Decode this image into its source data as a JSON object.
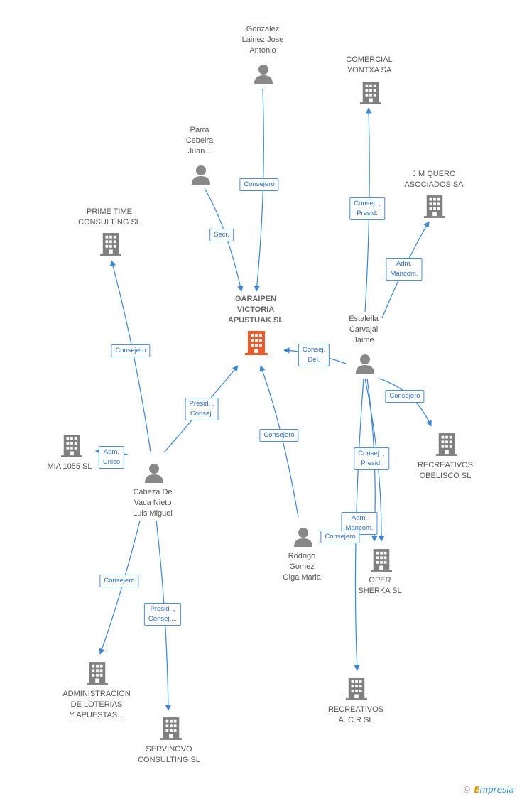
{
  "center": {
    "name": [
      "GARAIPEN",
      "VICTORIA",
      "APUSTUAK SL"
    ]
  },
  "persons": {
    "gonzalez": {
      "name": [
        "Gonzalez",
        "Lainez Jose",
        "Antonio"
      ]
    },
    "parra": {
      "name": [
        "Parra",
        "Cebeira",
        "Juan..."
      ]
    },
    "estalella": {
      "name": [
        "Estalella",
        "Carvajal",
        "Jaime"
      ]
    },
    "cabeza": {
      "name": [
        "Cabeza De",
        "Vaca Nieto",
        "Luis Miguel"
      ]
    },
    "rodrigo": {
      "name": [
        "Rodrigo",
        "Gomez",
        "Olga Maria"
      ]
    }
  },
  "companies": {
    "comercial": {
      "name": [
        "COMERCIAL",
        "YONTXA SA"
      ]
    },
    "jmquero": {
      "name": [
        "J M QUERO",
        "ASOCIADOS SA"
      ]
    },
    "primetime": {
      "name": [
        "PRIME TIME",
        "CONSULTING SL"
      ]
    },
    "mia": {
      "name": [
        "MIA 1055 SL"
      ]
    },
    "obelisco": {
      "name": [
        "RECREATIVOS",
        "OBELISCO SL"
      ]
    },
    "opersherka": {
      "name": [
        "OPER",
        "SHERKA SL"
      ]
    },
    "admin": {
      "name": [
        "ADMINISTRACION",
        "DE LOTERIAS",
        "Y APUESTAS..."
      ]
    },
    "acr": {
      "name": [
        "RECREATIVOS",
        "A. C.R SL"
      ]
    },
    "servinovo": {
      "name": [
        "SERVINOVO",
        "CONSULTING SL"
      ]
    }
  },
  "edge_labels": {
    "gonzalez_center": [
      "Consejero"
    ],
    "parra_center": [
      "Secr."
    ],
    "estalella_comercial": [
      "Consej. ,",
      "Presid."
    ],
    "estalella_jmquero": [
      "Adm.",
      "Mancom."
    ],
    "estalella_center": [
      "Consej.",
      "Del."
    ],
    "estalella_obelisco": [
      "Consejero"
    ],
    "estalella_acr": [
      "Consej. ,",
      "Presid."
    ],
    "estalella_oper_adm": [
      "Adm.",
      "Mancom."
    ],
    "estalella_oper_consejero": [
      "Consejero"
    ],
    "cabeza_prime": [
      "Consejero"
    ],
    "cabeza_center": [
      "Presid. ,",
      "Consej."
    ],
    "cabeza_mia": [
      "Adm.",
      "Unico"
    ],
    "cabeza_admin": [
      "Consejero"
    ],
    "cabeza_servinovo": [
      "Presid. ,",
      "Consej...."
    ],
    "rodrigo_center": [
      "Consejero"
    ]
  },
  "colors": {
    "edge": "#3a86d6",
    "person_icon": "#888888",
    "company_icon": "#808080",
    "center_icon": "#f05a28"
  },
  "brand": {
    "symbol": "©",
    "first": "E",
    "rest": "mpresia"
  }
}
